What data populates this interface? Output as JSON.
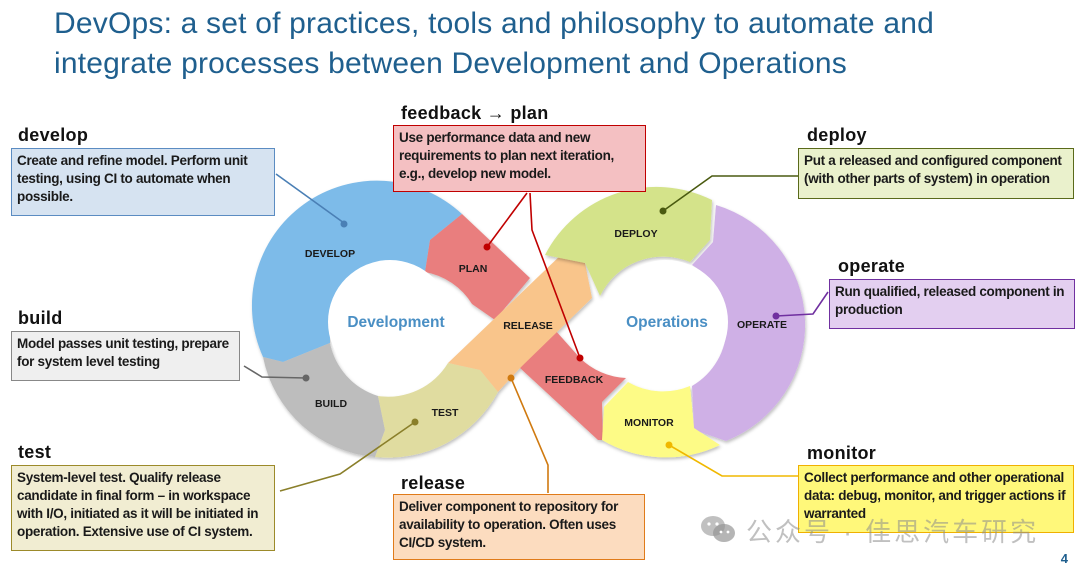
{
  "title": {
    "line1": "DevOps: a set of practices, tools and philosophy to automate and",
    "line2": "integrate processes between Development and Operations"
  },
  "loops": {
    "development_label": "Development",
    "operations_label": "Operations"
  },
  "segments": {
    "develop": "DEVELOP",
    "plan": "PLAN",
    "release": "RELEASE",
    "build": "BUILD",
    "test": "TEST",
    "deploy": "DEPLOY",
    "operate": "OPERATE",
    "feedback": "FEEDBACK",
    "monitor": "MONITOR"
  },
  "callouts": {
    "develop": {
      "heading": "develop",
      "text": "Create and refine model. Perform unit testing, using CI to automate when possible."
    },
    "build": {
      "heading": "build",
      "text": "Model passes unit testing, prepare for system level testing"
    },
    "test": {
      "heading": "test",
      "text": "System-level test. Qualify release candidate in final form – in workspace with I/O, initiated as it will be initiated in operation. Extensive use of CI system."
    },
    "feedback_plan": {
      "heading": "feedback → plan",
      "text_before": "Use performance data and new requirements to plan next iteration, e.g., ",
      "text_emphasis": "develop",
      "text_after": " new model."
    },
    "release": {
      "heading": "release",
      "text": "Deliver component to repository for availability to operation.  Often uses CI/CD system."
    },
    "deploy": {
      "heading": "deploy",
      "text": "Put a released and configured component (with other parts of system) in operation"
    },
    "operate": {
      "heading": "operate",
      "text": "Run qualified, released component in production"
    },
    "monitor": {
      "heading": "monitor",
      "text": "Collect performance and other operational data: debug, monitor, and trigger actions if warranted"
    }
  },
  "colors": {
    "title": "#1f5f8e",
    "develop": "#7dbbe9",
    "plan": "#e97e7e",
    "release": "#f9c58b",
    "build": "#bdbdbd",
    "test": "#e0dca0",
    "deploy": "#d4e38a",
    "operate": "#cfb0e6",
    "feedback": "#e97e7e",
    "monitor": "#fdfb86"
  },
  "watermark": "公众号 · 佳思汽车研究",
  "page_number": "4"
}
